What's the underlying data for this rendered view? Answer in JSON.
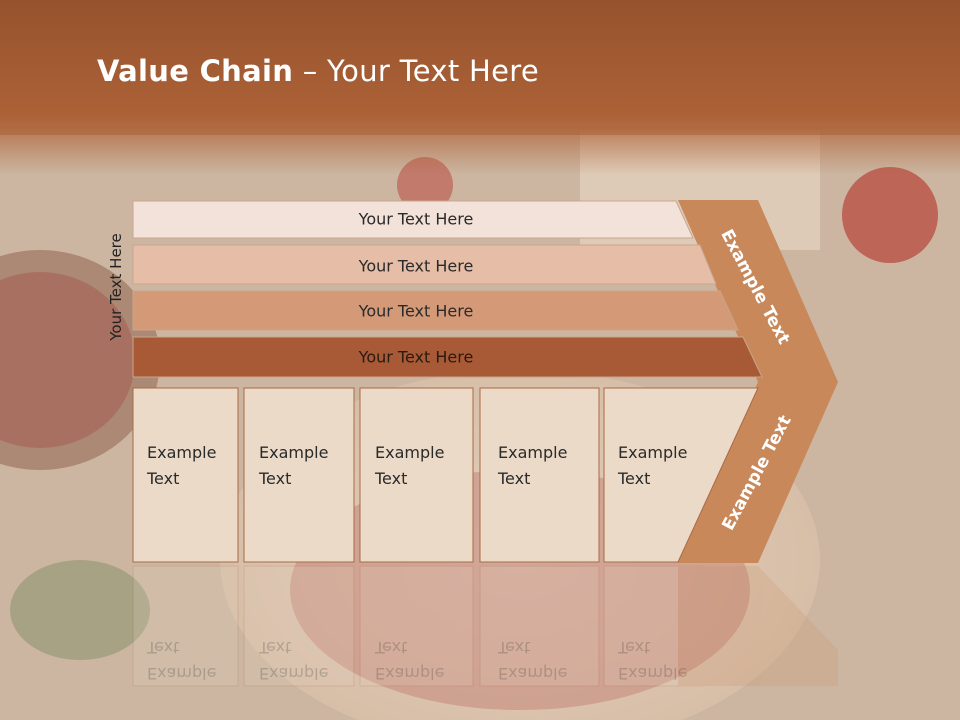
{
  "title": {
    "bold": "Value Chain",
    "rest": " – Your Text Here"
  },
  "side_label": "Your Text Here",
  "bands": [
    {
      "label": "Your Text Here",
      "color": "#f2e2da"
    },
    {
      "label": "Your Text Here",
      "color": "#e6bda6"
    },
    {
      "label": "Your Text Here",
      "color": "#d49a78"
    },
    {
      "label": "Your Text Here",
      "color": "#a85a36"
    }
  ],
  "boxes": [
    {
      "line1": "Example",
      "line2": "Text"
    },
    {
      "line1": "Example",
      "line2": "Text"
    },
    {
      "line1": "Example",
      "line2": "Text"
    },
    {
      "line1": "Example",
      "line2": "Text"
    },
    {
      "line1": "Example",
      "line2": "Text"
    }
  ],
  "chevron": {
    "upper_label": "Example Text",
    "lower_label": "Example Text",
    "color": "#c8885a"
  },
  "colors": {
    "header": "#a95f34",
    "box_fill": "#ecdac8"
  }
}
